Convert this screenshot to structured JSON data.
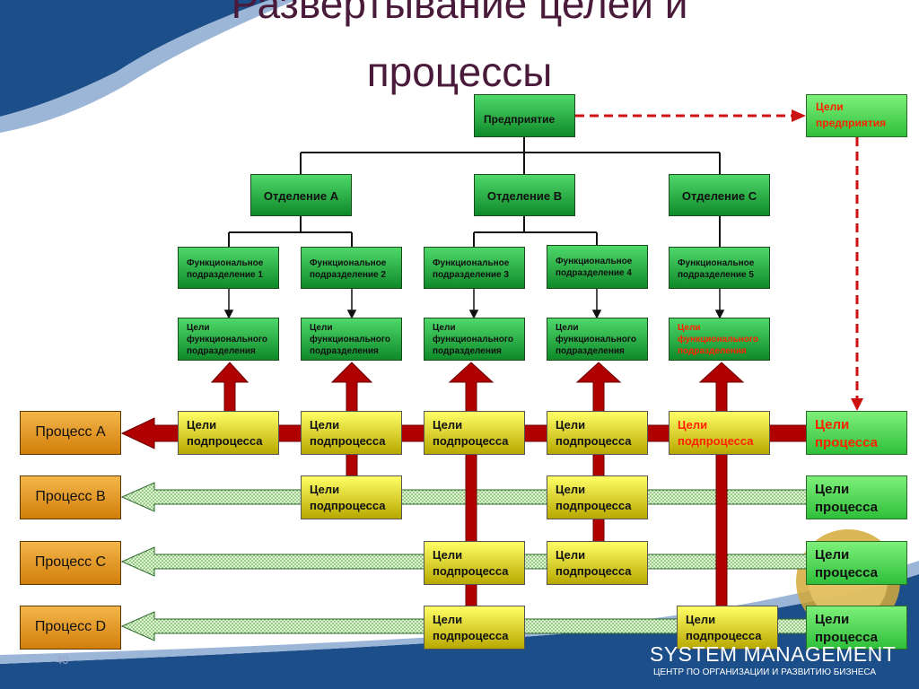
{
  "title": {
    "line1": "Развертывание целей и",
    "line2": "процессы"
  },
  "enterprise": "Предприятие",
  "enterprise_goals": "Цели предприятия",
  "divisions": [
    "Отделение А",
    "Отделение В",
    "Отделение С"
  ],
  "functional_units": [
    "Функциональное подразделение 1",
    "Функциональное подразделение 2",
    "Функциональное подразделение 3",
    "Функциональное подразделение 4",
    "Функциональное подразделение 5"
  ],
  "functional_goals": "Цели функционального подразделения",
  "processes": [
    "Процесс А",
    "Процесс В",
    "Процесс С",
    "Процесс D"
  ],
  "subprocess_goal": "Цели подпроцесса",
  "process_goal": "Цели процесса",
  "footer": {
    "brand": "SYSTEM MANAGEMENT",
    "tagline": "ЦЕНТР ПО ОРГАНИЗАЦИИ И РАЗВИТИЮ БИЗНЕСА",
    "page": "40"
  },
  "colors": {
    "title": "#4a1a3a",
    "dark_green": "#0f8a2a",
    "yellow_goal": "#e6d800",
    "orange_process": "#e89a1e",
    "red_arrow": "#b10000",
    "header_blue": "#1c4e8a"
  }
}
